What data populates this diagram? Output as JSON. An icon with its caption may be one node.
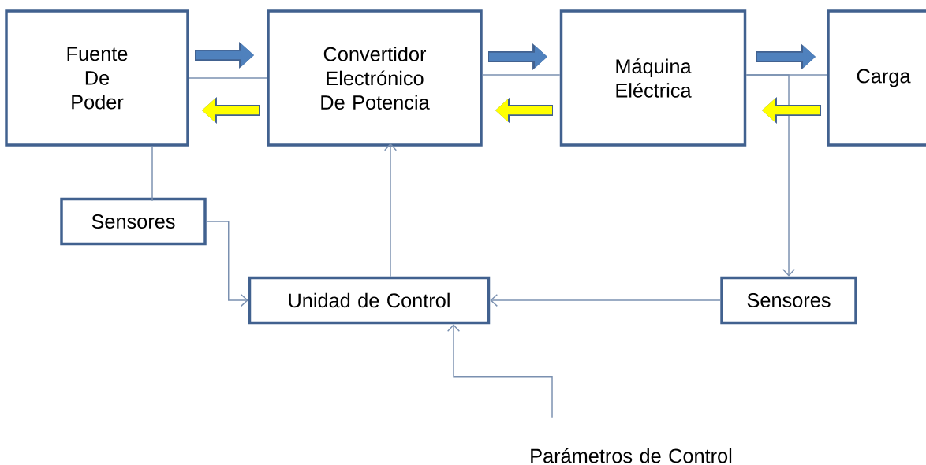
{
  "diagram": {
    "nodes": [
      {
        "text": [
          "Fuente De Poder"
        ]
      },
      {
        "text": [
          "Convertidor Electrónico De Potencia"
        ]
      },
      {
        "text": [
          "Máquina Eléctrica"
        ]
      },
      {
        "text": [
          "Carga"
        ]
      },
      {
        "text": [
          "Sensores"
        ]
      },
      {
        "text": [
          "Unidad de Control"
        ]
      },
      {
        "text": [
          "Sensores"
        ]
      },
      {
        "text": [
          "Parámetros de Control"
        ]
      }
    ],
    "edges": [
      {
        "from": 0,
        "to": 1,
        "arrow": "none"
      },
      {
        "from": 1,
        "to": 2,
        "arrow": "none"
      },
      {
        "from": 2,
        "to": 3,
        "arrow": "none"
      },
      {
        "from": 0,
        "to": 4,
        "arrow": "none"
      },
      {
        "from": 4,
        "to": 5,
        "arrow": "to"
      },
      {
        "from": 5,
        "to": 1,
        "arrow": "to"
      },
      {
        "from": 2,
        "to": 6,
        "arrow": "to"
      },
      {
        "from": 6,
        "to": 5,
        "arrow": "to"
      },
      {
        "from": 7,
        "to": 5,
        "arrow": "to"
      }
    ]
  }
}
